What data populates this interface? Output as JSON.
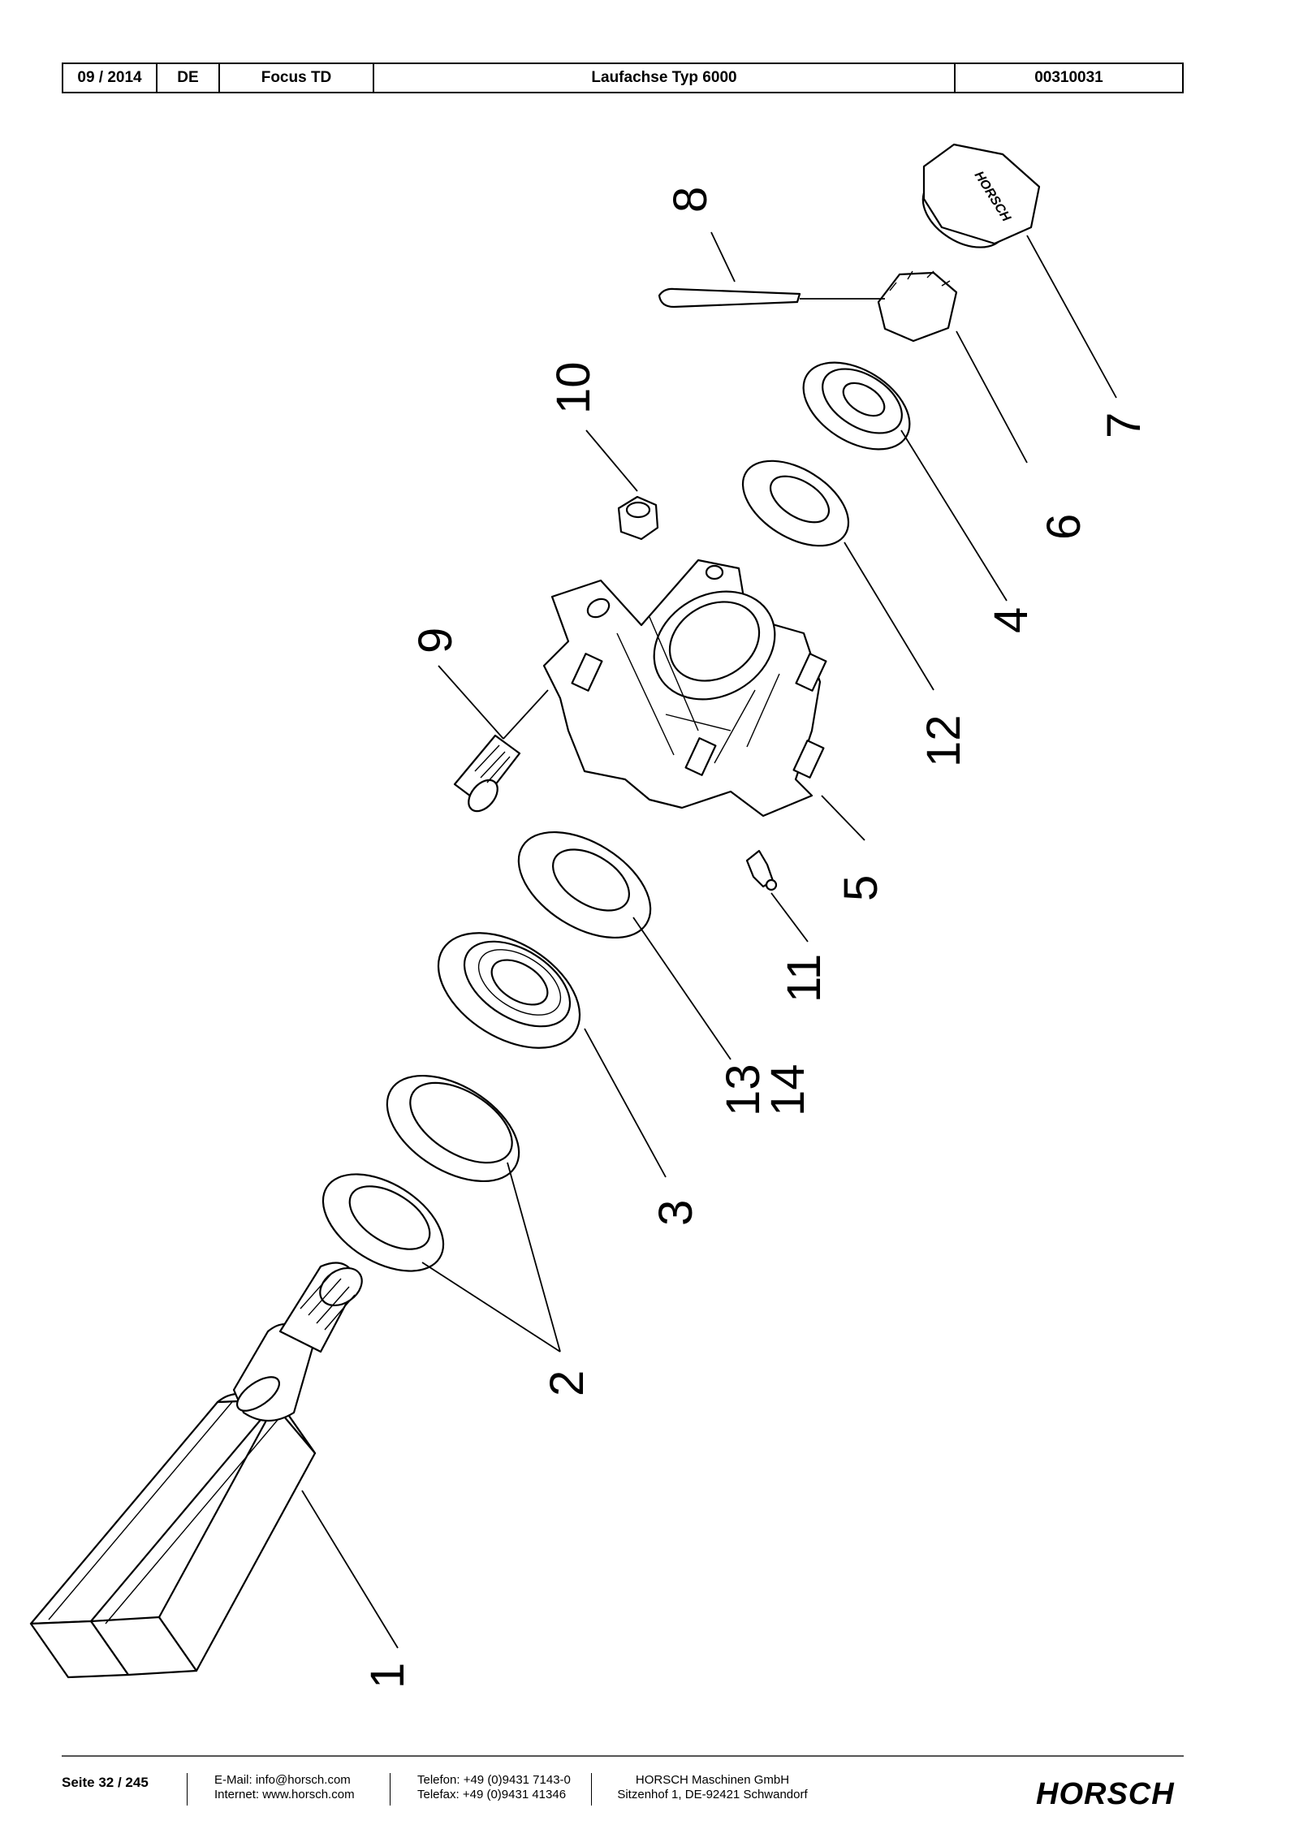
{
  "header": {
    "date": "09 / 2014",
    "lang": "DE",
    "model": "Focus TD",
    "title": "Laufachse Typ 6000",
    "docnum": "00310031"
  },
  "callouts": [
    "1",
    "2",
    "3",
    "4",
    "5",
    "6",
    "7",
    "8",
    "9",
    "10",
    "11",
    "12",
    "13",
    "14"
  ],
  "footer": {
    "page": "Seite 32 / 245",
    "email": "E-Mail: info@horsch.com",
    "internet": "Internet: www.horsch.com",
    "phone": "Telefon: +49 (0)9431 7143-0",
    "fax": "Telefax: +49 (0)9431 41346",
    "company": "HORSCH Maschinen GmbH",
    "address": "Sitzenhof 1, DE-92421 Schwandorf",
    "logo": "HORSCH"
  }
}
